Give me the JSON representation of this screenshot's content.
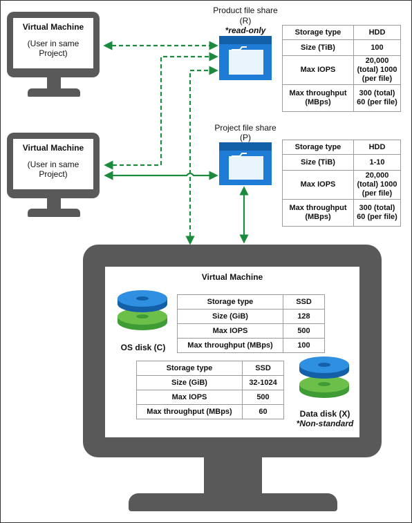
{
  "product_share": {
    "title": "Product file share",
    "code": "(R)",
    "note": "*read-only",
    "table": [
      [
        "Storage type",
        "HDD"
      ],
      [
        "Size (TiB)",
        "100"
      ],
      [
        "Max IOPS",
        "20,000 (total) 1000 (per file)"
      ],
      [
        "Max throughput (MBps)",
        "300 (total) 60 (per file)"
      ]
    ]
  },
  "project_share": {
    "title": "Project file share",
    "code": "(P)",
    "table": [
      [
        "Storage type",
        "HDD"
      ],
      [
        "Size (TiB)",
        "1-10"
      ],
      [
        "Max IOPS",
        "20,000 (total) 1000 (per file)"
      ],
      [
        "Max throughput (MBps)",
        "300 (total) 60 (per file)"
      ]
    ]
  },
  "vm_top": {
    "title": "Virtual Machine",
    "subtitle": "(User in same Project)"
  },
  "vm_middle": {
    "title": "Virtual Machine",
    "subtitle": "(User in same Project)"
  },
  "vm_main": {
    "title": "Virtual Machine",
    "os_disk": {
      "label": "OS disk (C)",
      "table": [
        [
          "Storage type",
          "SSD"
        ],
        [
          "Size (GiB)",
          "128"
        ],
        [
          "Max IOPS",
          "500"
        ],
        [
          "Max throughput (MBps)",
          "100"
        ]
      ]
    },
    "data_disk": {
      "label": "Data disk (X)",
      "note": "*Non-standard",
      "table": [
        [
          "Storage type",
          "SSD"
        ],
        [
          "Size (GiB)",
          "32-1024"
        ],
        [
          "Max IOPS",
          "500"
        ],
        [
          "Max throughput (MBps)",
          "60"
        ]
      ]
    }
  },
  "colors": {
    "monitor": "#595959",
    "connector": "#1a8a3c",
    "folder_blue": "#1e7bd6",
    "disk_blue": "#2f8fe0",
    "disk_green": "#5cb85c"
  }
}
